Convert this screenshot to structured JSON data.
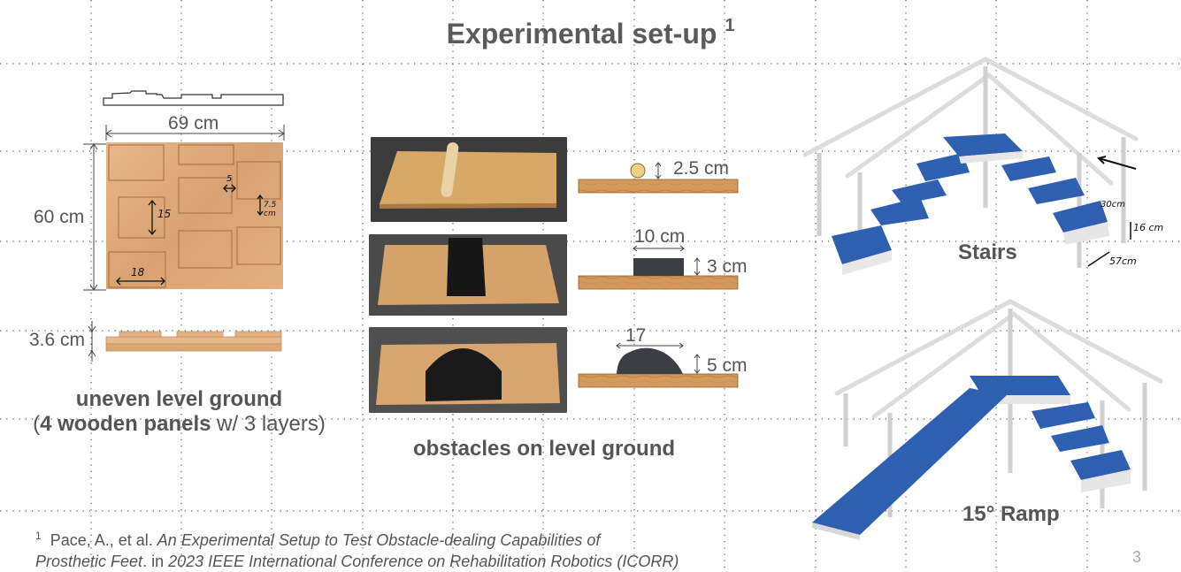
{
  "slide": {
    "title": "Experimental set-up",
    "title_ref": "1",
    "page_number": "3"
  },
  "uneven": {
    "width_label": "69 cm",
    "height_label": "60 cm",
    "thickness_label": "3.6 cm",
    "hand_marks": [
      "5",
      "15",
      "7.5 cm",
      "18"
    ],
    "caption_bold": "uneven level ground",
    "caption_line2_open": "(",
    "caption_line2_bold": "4 wooden panels",
    "caption_line2_rest": " w/ 3 layers)"
  },
  "obstacles": {
    "rod_label": "2.5 cm",
    "block_width_label": "10 cm",
    "block_height_label": "3 cm",
    "hump_width_label": "17",
    "hump_height_label": "5 cm",
    "caption": "obstacles on level ground"
  },
  "stairs": {
    "label": "Stairs",
    "hand_marks": [
      "30cm",
      "16 cm",
      "57cm"
    ]
  },
  "ramp": {
    "label": "15° Ramp"
  },
  "footnote": {
    "number": "1",
    "authors": "Pace, A., et al.",
    "title_line1": "An Experimental Setup to Test Obstacle-dealing Capabilities of",
    "title_line2": "Prosthetic Feet",
    "in_text": ". in",
    "venue": "2023 IEEE International Conference on Rehabilitation Robotics (ICORR)"
  },
  "colors": {
    "wood": "#d39a5e",
    "step_blue": "#2f5fb0",
    "frame": "#e6e6e6",
    "obstacle": "#222222"
  }
}
